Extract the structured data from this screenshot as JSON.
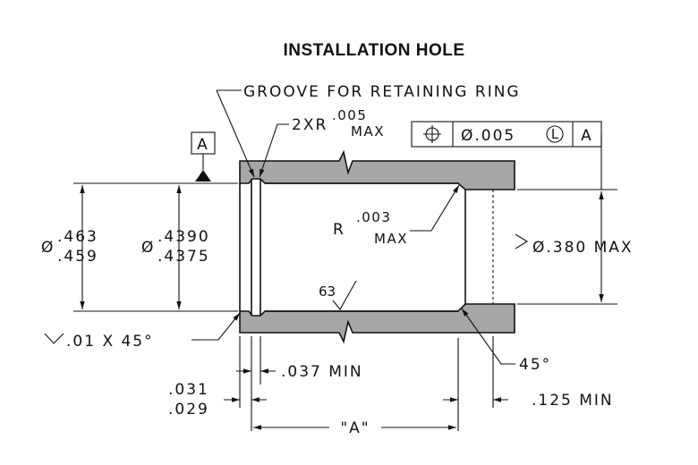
{
  "title": "INSTALLATION HOLE",
  "callouts": {
    "groove": "GROOVE FOR RETAINING RING",
    "groove_radius_prefix": "2XR",
    "groove_radius_value": ".005",
    "groove_radius_suffix": "MAX",
    "inner_radius_prefix": "R",
    "inner_radius_value": ".003",
    "inner_radius_suffix": "MAX",
    "surface_finish": "63",
    "chamfer": ".01 X 45°",
    "angle": "45°"
  },
  "datum": {
    "label": "A"
  },
  "feature_control_frame": {
    "symbol": "position",
    "tolerance": "Ø.005",
    "modifier": "L",
    "datum": "A"
  },
  "dimensions": {
    "outer_dia_prefix": "Ø",
    "outer_dia_upper": ".463",
    "outer_dia_lower": ".459",
    "bore_dia_prefix": "Ø",
    "bore_dia_upper": ".4390",
    "bore_dia_lower": ".4375",
    "exit_dia": "Ø.380 MAX",
    "groove_width": ".037 MIN",
    "groove_offset_upper": ".031",
    "groove_offset_lower": ".029",
    "depth_a": "\"A\"",
    "exit_length": ".125 MIN"
  }
}
